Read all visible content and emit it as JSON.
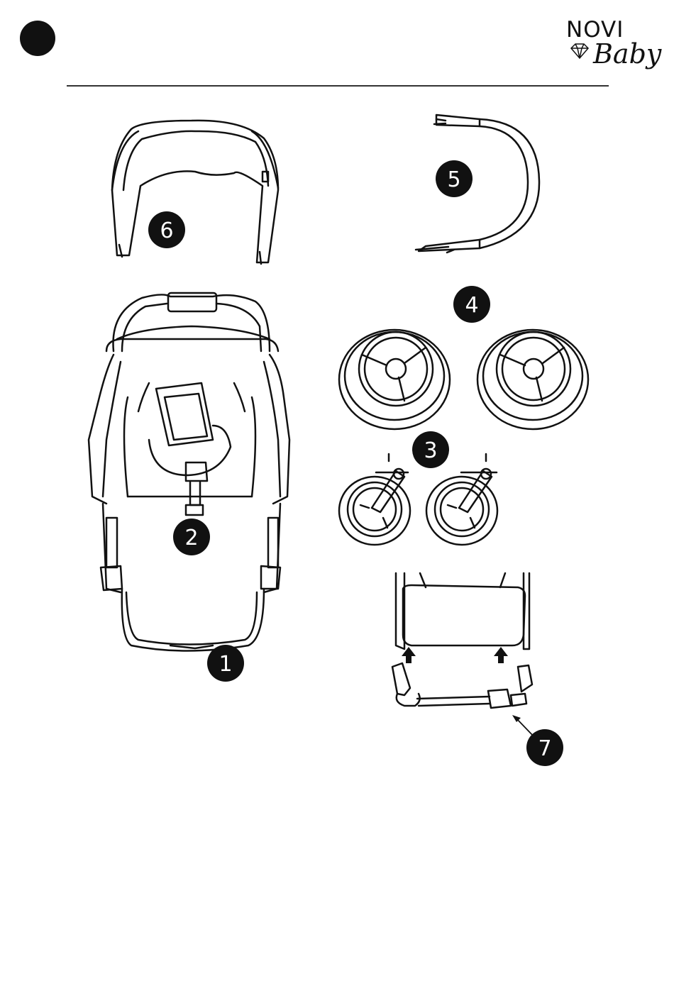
{
  "brand": {
    "line1": "NOVI",
    "line2": "Baby"
  },
  "parts": [
    {
      "number": "1",
      "name": "seat"
    },
    {
      "number": "2",
      "name": "harness"
    },
    {
      "number": "3",
      "name": "front-wheels"
    },
    {
      "number": "4",
      "name": "rear-wheels"
    },
    {
      "number": "5",
      "name": "bumper-bar"
    },
    {
      "number": "6",
      "name": "canopy"
    },
    {
      "number": "7",
      "name": "rear-axle"
    }
  ],
  "colors": {
    "ink": "#111111",
    "line": "#333333",
    "background": "#ffffff"
  }
}
